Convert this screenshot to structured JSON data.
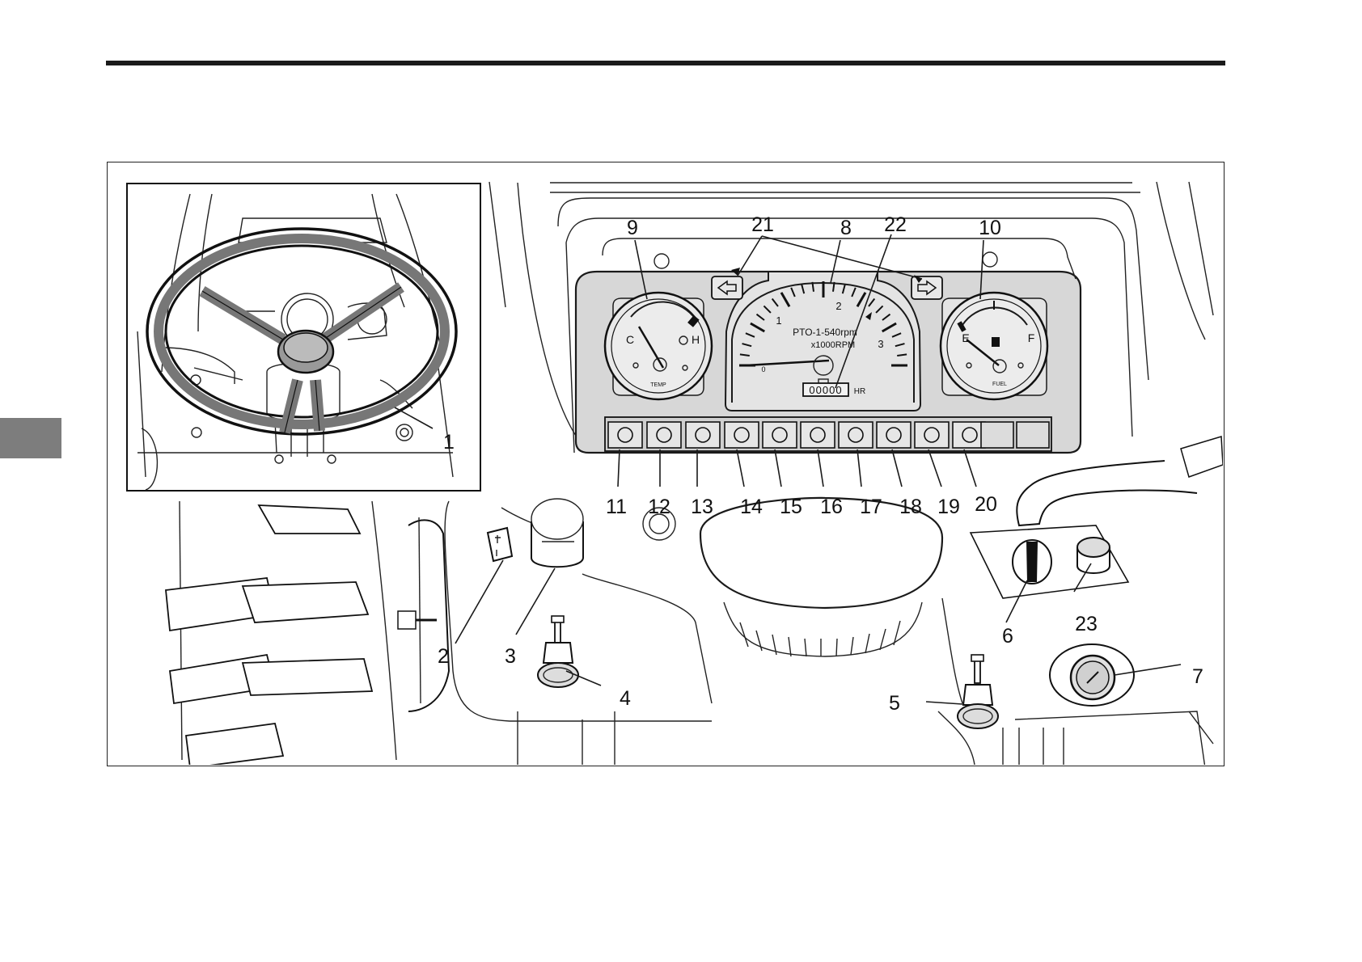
{
  "callouts": {
    "c1": "1",
    "c2": "2",
    "c3": "3",
    "c4": "4",
    "c5": "5",
    "c6": "6",
    "c7": "7",
    "c8": "8",
    "c9": "9",
    "c10": "10",
    "c11": "11",
    "c12": "12",
    "c13": "13",
    "c14": "14",
    "c15": "15",
    "c16": "16",
    "c17": "17",
    "c18": "18",
    "c19": "19",
    "c20": "20",
    "c21": "21",
    "c22": "22",
    "c23": "23"
  },
  "gauges": {
    "temp_cold": "C",
    "temp_hot": "H",
    "temp_label": "TEMP",
    "fuel_empty": "E",
    "fuel_full": "F",
    "fuel_label": "FUEL"
  },
  "tachometer": {
    "tick_1": "1",
    "tick_2": "2",
    "tick_3": "3",
    "tick_0": "0",
    "pto_text": "PTO-1-540rpm",
    "scale_text": "x1000RPM",
    "hour_meter": "00000",
    "hour_unit": "HR"
  }
}
